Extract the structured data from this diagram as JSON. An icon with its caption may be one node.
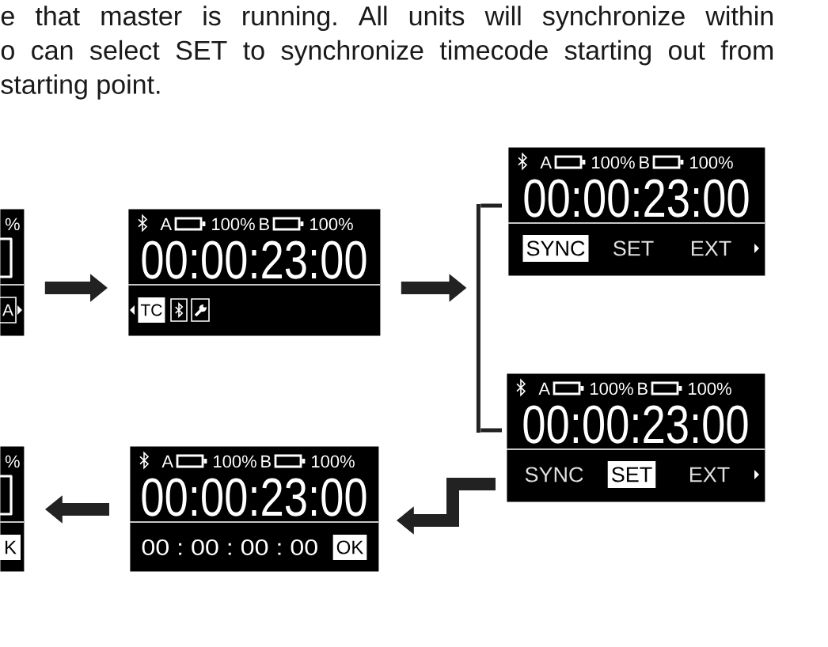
{
  "diagram": {
    "nodes": [
      {
        "text": [
          "%",
          "A"
        ]
      },
      {
        "text": [
          "A",
          "100%",
          "B",
          "100%",
          "00:00:23:00",
          "TC"
        ]
      },
      {
        "text": [],
        "shape": "bar"
      },
      {
        "text": [
          "A",
          "100%",
          "B",
          "100%",
          "00:00:23:00",
          "SYNC",
          "SET",
          "EXT"
        ]
      },
      {
        "text": [
          "A",
          "100%",
          "B",
          "100%",
          "00:00:23:00",
          "SYNC",
          "SET",
          "EXT"
        ]
      },
      {
        "text": [
          "A",
          "100%",
          "B",
          "100%",
          "00:00:23:00",
          "00 : 00 : 00 : 00",
          "OK"
        ]
      },
      {
        "text": [
          "%",
          "K"
        ]
      }
    ],
    "edges": [
      {
        "from": 0,
        "to": 1,
        "arrow": "to"
      },
      {
        "from": 1,
        "to": 2,
        "arrow": "to"
      },
      {
        "from": 2,
        "to": 3,
        "arrow": "none"
      },
      {
        "from": 2,
        "to": 4,
        "arrow": "none"
      },
      {
        "from": 4,
        "to": 5,
        "arrow": "to"
      },
      {
        "from": 5,
        "to": 6,
        "arrow": "to"
      }
    ],
    "labels": [
      "e that master is running. All units will synchronize within",
      "o can select SET to synchronize timecode starting out from",
      "starting point."
    ]
  }
}
